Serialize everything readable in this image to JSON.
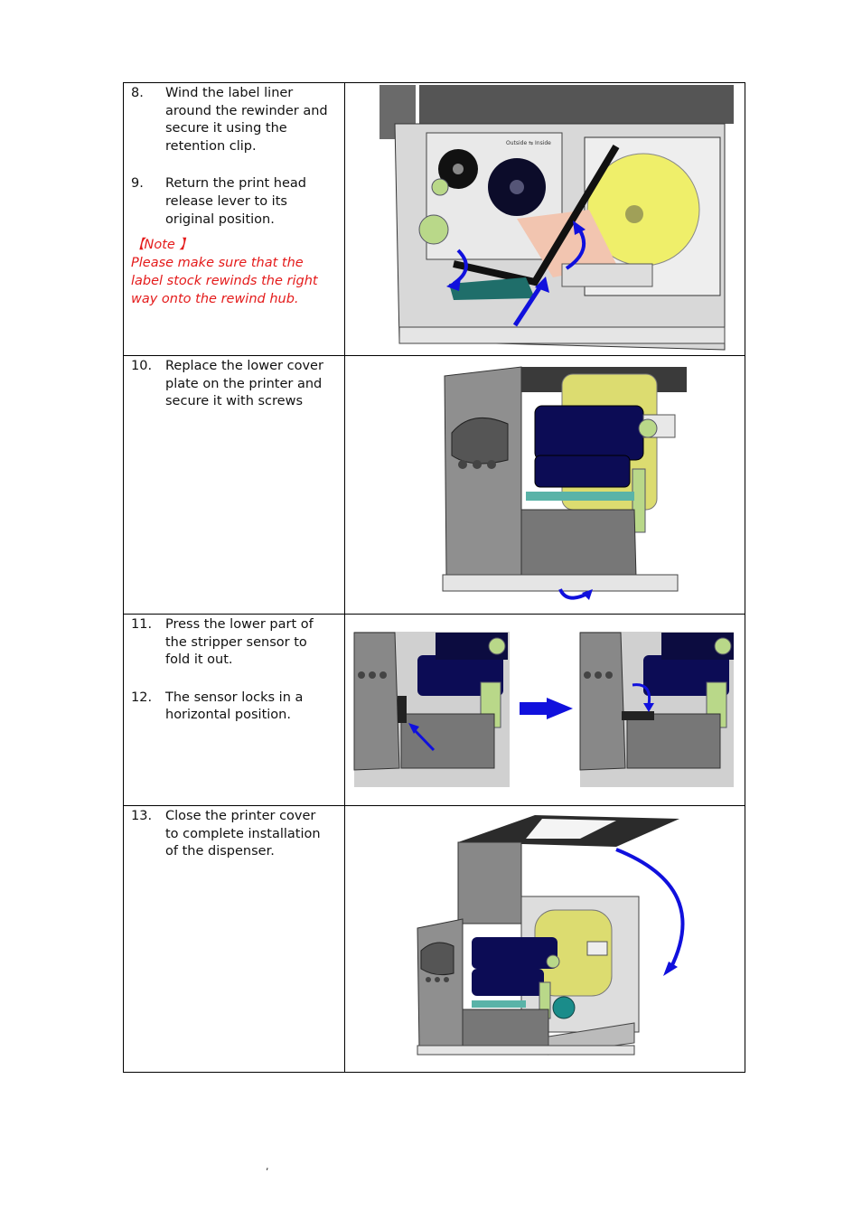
{
  "steps": [
    {
      "num": "8.",
      "text": "Wind the label liner around the rewinder and secure it using the retention clip."
    },
    {
      "num": "9.",
      "text": "Return the print head release lever to its original position."
    },
    {
      "num": "10.",
      "text": "Replace the lower cover plate on the printer and secure it with screws"
    },
    {
      "num": "11.",
      "text": "Press the lower part of the stripper sensor to fold it out."
    },
    {
      "num": "12.",
      "text": "The sensor locks in a horizontal position."
    },
    {
      "num": "13.",
      "text": "Close the printer cover to complete installation of the dispenser."
    }
  ],
  "note": {
    "heading": "【Note 】",
    "body": "Please make sure that the label stock rewinds the right way onto the rewind hub."
  },
  "images": {
    "img1_label": "Outside ⇆ Inside"
  },
  "footer_mark": ","
}
